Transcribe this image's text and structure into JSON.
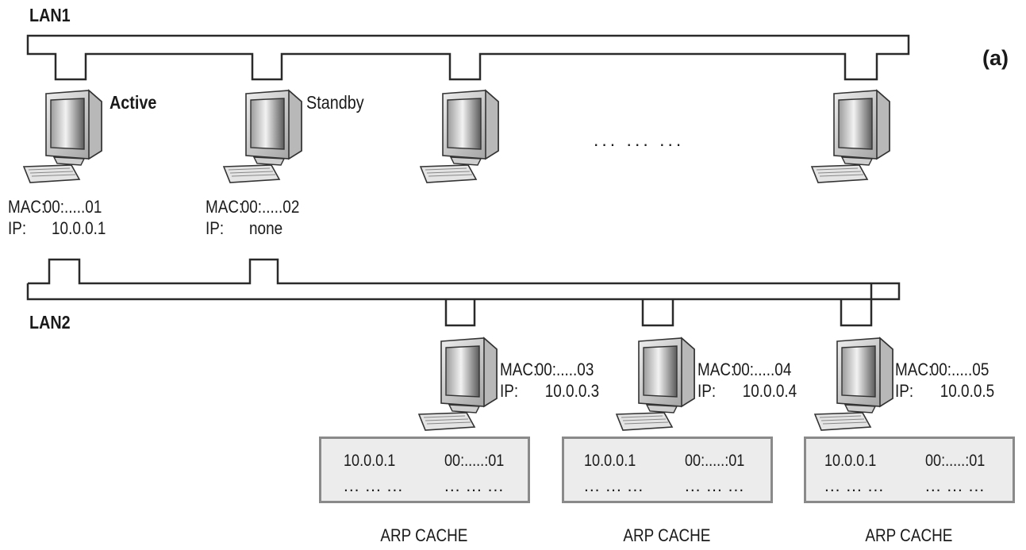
{
  "diagram": {
    "panel_label": "(a)",
    "lan1_label": "LAN1",
    "lan2_label": "LAN2",
    "ellipsis": "... ... ...",
    "upper_hosts": [
      {
        "role": "Active",
        "mac_key": "MAC:",
        "mac": "00:.....01",
        "ip_key": "IP:",
        "ip": "10.0.0.1"
      },
      {
        "role": "Standby",
        "mac_key": "MAC:",
        "mac": "00:.....02",
        "ip_key": "IP:",
        "ip": "none"
      },
      {
        "role": ""
      },
      {
        "role": ""
      }
    ],
    "lower_hosts": [
      {
        "mac_key": "MAC:",
        "mac": "00:.....03",
        "ip_key": "IP:",
        "ip": "10.0.0.3",
        "arp": {
          "ip": "10.0.0.1",
          "mac": "00:.....:01",
          "more_ip": "... ... ...",
          "more_mac": "... ... ...",
          "caption": "ARP CACHE"
        }
      },
      {
        "mac_key": "MAC:",
        "mac": "00:.....04",
        "ip_key": "IP:",
        "ip": "10.0.0.4",
        "arp": {
          "ip": "10.0.0.1",
          "mac": "00:.....:01",
          "more_ip": "... ... ...",
          "more_mac": "... ... ...",
          "caption": "ARP CACHE"
        }
      },
      {
        "mac_key": "MAC:",
        "mac": "00:.....05",
        "ip_key": "IP:",
        "ip": "10.0.0.5",
        "arp": {
          "ip": "10.0.0.1",
          "mac": "00:.....:01",
          "more_ip": "... ... ...",
          "more_mac": "... ... ...",
          "caption": "ARP CACHE"
        }
      }
    ],
    "colors": {
      "line": "#2a2a2a",
      "box_border": "#8a8a8a",
      "box_fill": "#ececec"
    }
  }
}
